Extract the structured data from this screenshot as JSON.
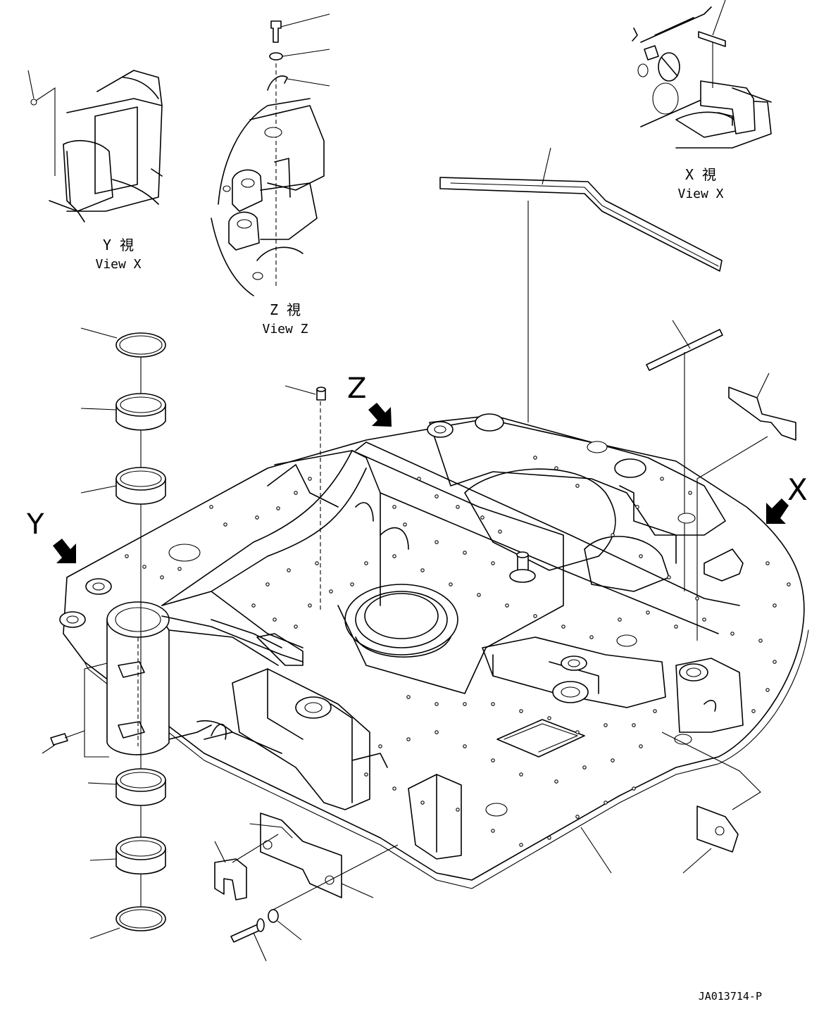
{
  "views": {
    "y": {
      "jp": "Y 視",
      "en": "View X"
    },
    "z": {
      "jp": "Z 視",
      "en": "View Z"
    },
    "x": {
      "jp": "X 視",
      "en": "View X"
    }
  },
  "arrows": {
    "y": "Y",
    "z": "Z",
    "x": "X"
  },
  "drawing_number": "JA013714-P"
}
